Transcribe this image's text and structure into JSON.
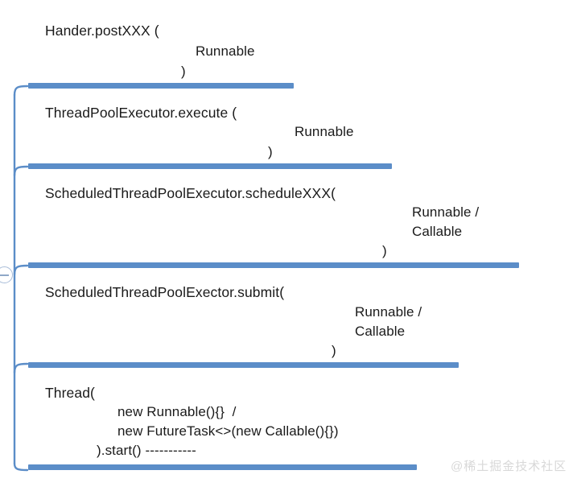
{
  "diagram": {
    "type": "mindmap",
    "accent_color": "#5b8dc8",
    "text_color": "#1a1a1a",
    "background": "#ffffff",
    "collapse_toggle": {
      "name": "collapse-toggle",
      "state": "expanded",
      "glyph": "minus"
    },
    "nodes": [
      {
        "id": "handler",
        "head": "Hander.postXXX (",
        "arg": "Runnable",
        "close": ")"
      },
      {
        "id": "threadpool-execute",
        "head": "ThreadPoolExecutor.execute (",
        "arg": "Runnable",
        "close": ")"
      },
      {
        "id": "scheduled-schedulexxx",
        "head": "ScheduledThreadPoolExecutor.scheduleXXX(",
        "arg": "Runnable /",
        "arg2": "Callable",
        "close": ")"
      },
      {
        "id": "scheduled-submit",
        "head": "ScheduledThreadPoolExector.submit(",
        "arg": "Runnable /",
        "arg2": "Callable",
        "close": ")"
      },
      {
        "id": "thread",
        "head": "Thread(",
        "arg": "new Runnable(){}  /",
        "arg2": "new FutureTask<>(new Callable(){})",
        "close": ").start() -----------"
      }
    ]
  },
  "watermark": {
    "text": "@稀土掘金技术社区"
  }
}
